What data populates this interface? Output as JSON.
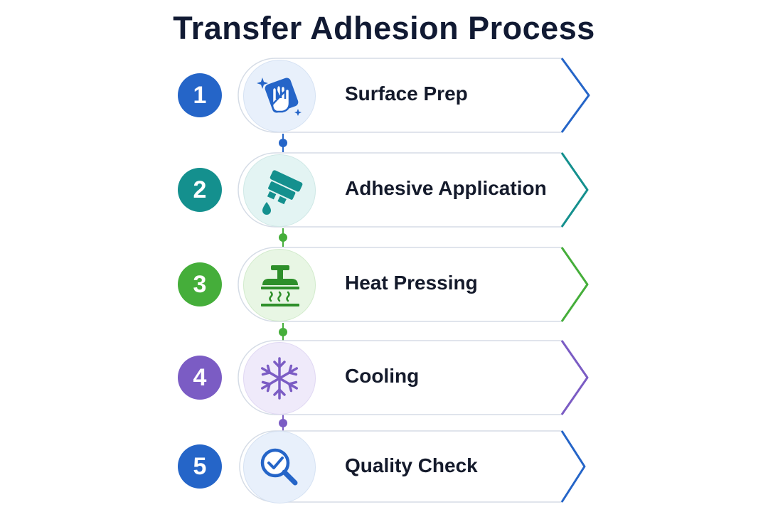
{
  "title": "Transfer Adhesion Process",
  "steps": [
    {
      "number": "1",
      "label": "Surface Prep",
      "icon": "wipe-hand-icon",
      "color": "#2565c8",
      "tint": "#e8f0fb"
    },
    {
      "number": "2",
      "label": "Adhesive Application",
      "icon": "adhesive-applicator-icon",
      "color": "#14908e",
      "tint": "#e3f4f3"
    },
    {
      "number": "3",
      "label": "Heat Pressing",
      "icon": "heat-press-icon",
      "color": "#45ae3a",
      "tint": "#e8f6e4"
    },
    {
      "number": "4",
      "label": "Cooling",
      "icon": "snowflake-icon",
      "color": "#7b5cc4",
      "tint": "#efeafa"
    },
    {
      "number": "5",
      "label": "Quality Check",
      "icon": "magnifier-check-icon",
      "color": "#2565c8",
      "tint": "#e8f0fb"
    }
  ]
}
